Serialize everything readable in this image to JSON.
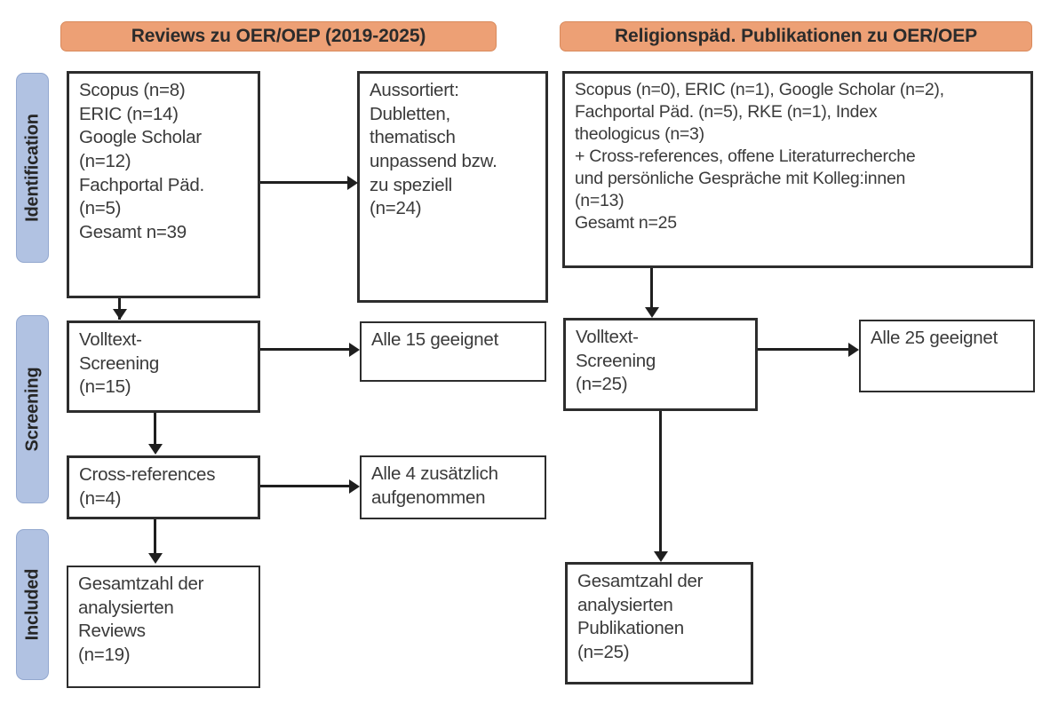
{
  "diagram": {
    "type": "prisma-flow-diagram",
    "columns": [
      {
        "id": "reviews",
        "header": "Reviews zu OER/OEP (2019-2025)"
      },
      {
        "id": "religionspaed",
        "header": "Religionspäd. Publikationen zu OER/OEP"
      }
    ],
    "stages": [
      {
        "id": "identification",
        "label": "Identification"
      },
      {
        "id": "screening",
        "label": "Screening"
      },
      {
        "id": "included",
        "label": "Included"
      }
    ],
    "colors": {
      "header_fill": "#EDA075",
      "header_border": "#D98A5C",
      "stage_fill": "#B1C2E2",
      "stage_border": "#93A8CF",
      "box_border": "#2d2d2d",
      "text": "#3a3a3a",
      "connector": "#1f1f1f"
    },
    "boxes": {
      "left_identification": "Scopus (n=8)\nERIC (n=14)\nGoogle Scholar\n(n=12)\nFachportal Päd.\n(n=5)\nGesamt n=39",
      "left_excluded": "Aussortiert:\nDubletten,\nthematisch\nunpassend bzw.\nzu speziell\n(n=24)",
      "left_screening": "Volltext-\nScreening\n(n=15)",
      "left_screening_result": "Alle 15 geeignet",
      "left_crossrefs": "Cross-references\n(n=4)",
      "left_crossrefs_result": "Alle 4 zusätzlich\naufgenommen",
      "left_included": "Gesamtzahl der\nanalysierten\nReviews\n(n=19)",
      "right_identification": "Scopus (n=0), ERIC (n=1), Google Scholar (n=2),\nFachportal Päd. (n=5), RKE (n=1), Index\ntheologicus (n=3)\n+ Cross-references, offene Literaturrecherche\nund persönliche Gespräche mit Kolleg:innen\n(n=13)\nGesamt n=25",
      "right_screening": "Volltext-\nScreening\n(n=25)",
      "right_screening_result": "Alle 25 geeignet",
      "right_included": "Gesamtzahl der\nanalysierten\nPublikationen\n(n=25)"
    }
  }
}
